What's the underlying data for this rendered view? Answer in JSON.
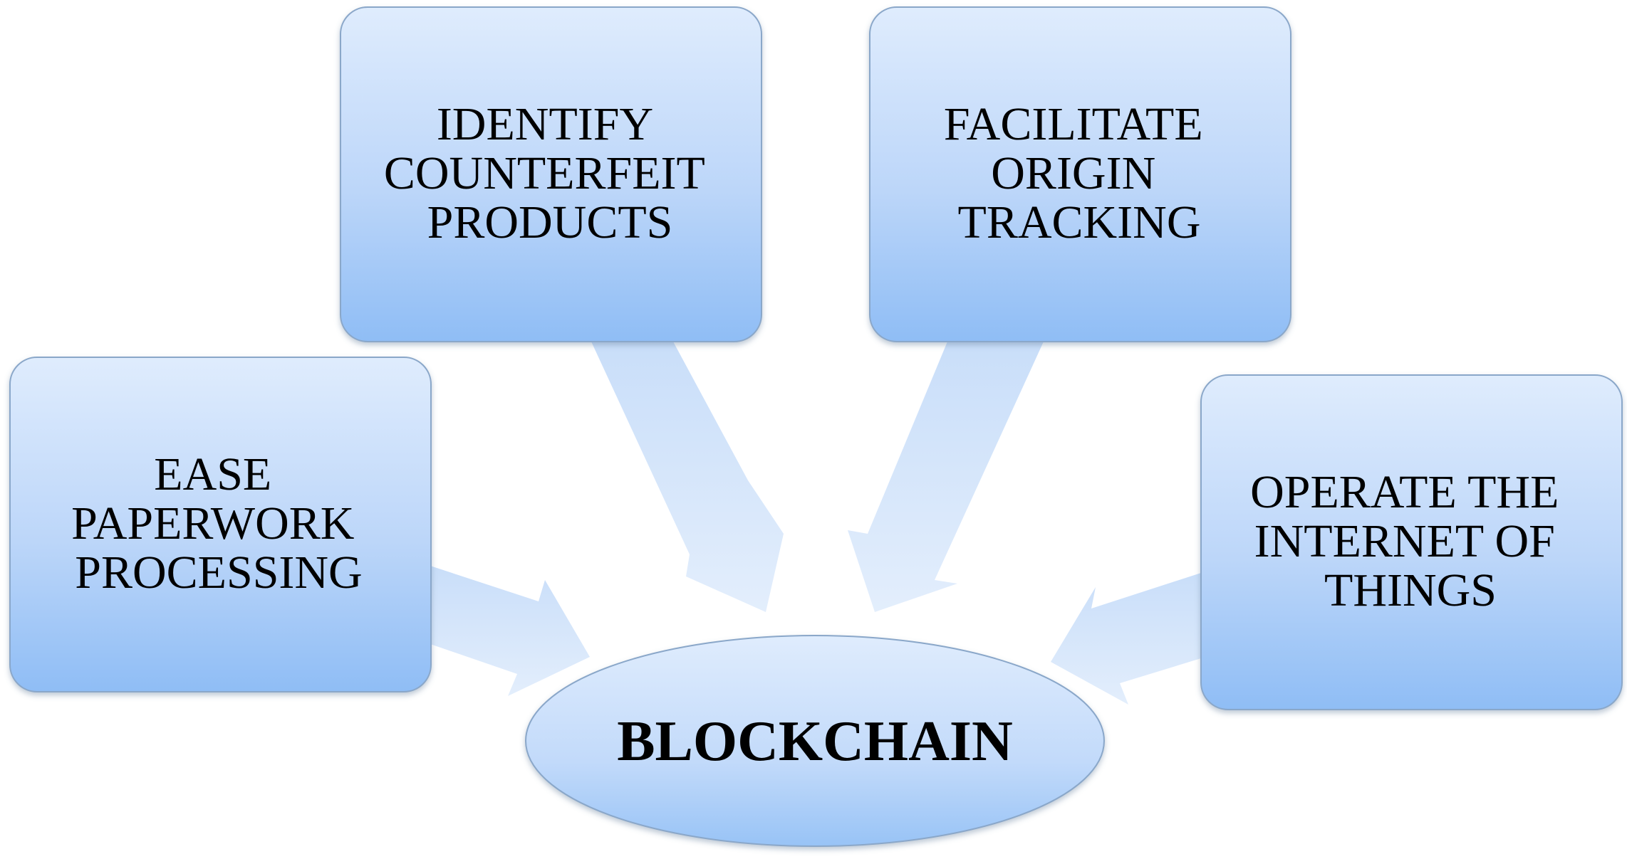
{
  "diagram": {
    "center": {
      "label": "BLOCKCHAIN"
    },
    "boxes": [
      {
        "id": "ease-paperwork",
        "lines": [
          "EASE",
          "PAPERWORK",
          "PROCESSING"
        ]
      },
      {
        "id": "identify-counterfeit",
        "lines": [
          "IDENTIFY",
          "COUNTERFEIT",
          "PRODUCTS"
        ]
      },
      {
        "id": "facilitate-origin",
        "lines": [
          "FACILITATE",
          "ORIGIN",
          "TRACKING"
        ]
      },
      {
        "id": "operate-iot",
        "lines": [
          "OPERATE THE",
          "INTERNET OF",
          "THINGS"
        ]
      }
    ],
    "colors": {
      "box_top": "#dceafc",
      "box_bottom": "#8fbdf5",
      "box_stroke": "#8aa7c9",
      "arrow_fill": "#d2e4fb",
      "text": "#000000"
    }
  }
}
